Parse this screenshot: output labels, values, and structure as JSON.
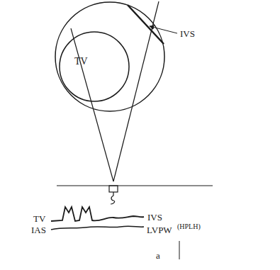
{
  "diagram": {
    "nodes": [
      {
        "text": [
          "TV"
        ]
      }
    ],
    "labels": [
      "IVS",
      "TV",
      "IAS",
      "IVS",
      "LVPW",
      "(HPLH)",
      "a"
    ]
  }
}
